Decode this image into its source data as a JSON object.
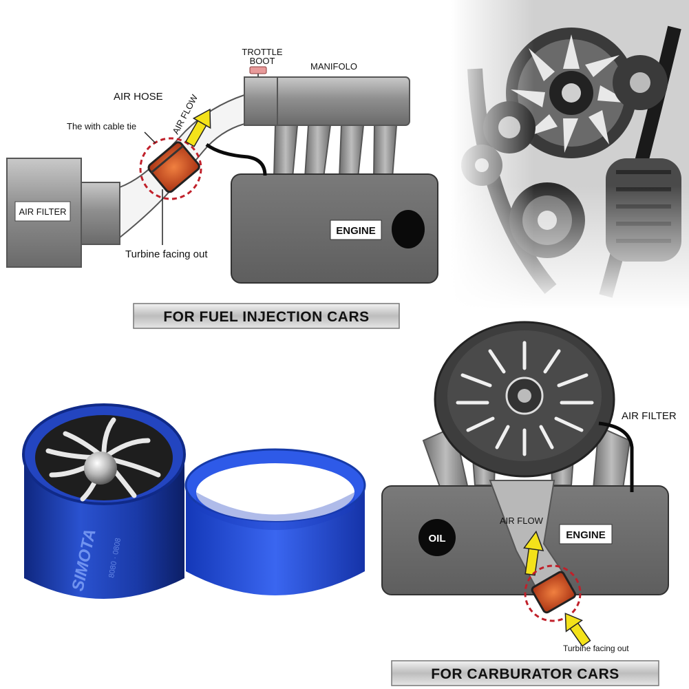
{
  "top_diagram": {
    "trottle_boot": "TROTTLE BOOT",
    "manifold": "MANIFOLO",
    "air_hose": "AIR HOSE",
    "air_flow": "AIR FLOW",
    "cable_tie": "The with cable tie",
    "air_filter": "AIR FILTER",
    "engine": "ENGINE",
    "turbine_note": "Turbine facing out",
    "banner": "FOR FUEL INJECTION CARS"
  },
  "bottom_diagram": {
    "air_filter": "AIR FILTER",
    "air_flow": "AIR FLOW",
    "engine": "ENGINE",
    "oil": "OIL",
    "turbine_note": "Turbine facing out",
    "banner": "FOR CARBURATOR CARS"
  },
  "product": {
    "brand_engraving": "SIMOTA",
    "code_engraving": "8080 · 0808"
  },
  "colors": {
    "metal_gray": "#8c8c8c",
    "engine_gray": "#6f6f6f",
    "turbine_blue": "#1f3fb5",
    "arrow_yellow": "#f4e21a",
    "turbine_orange": "#d8602a",
    "dash_red": "#c0202a"
  }
}
